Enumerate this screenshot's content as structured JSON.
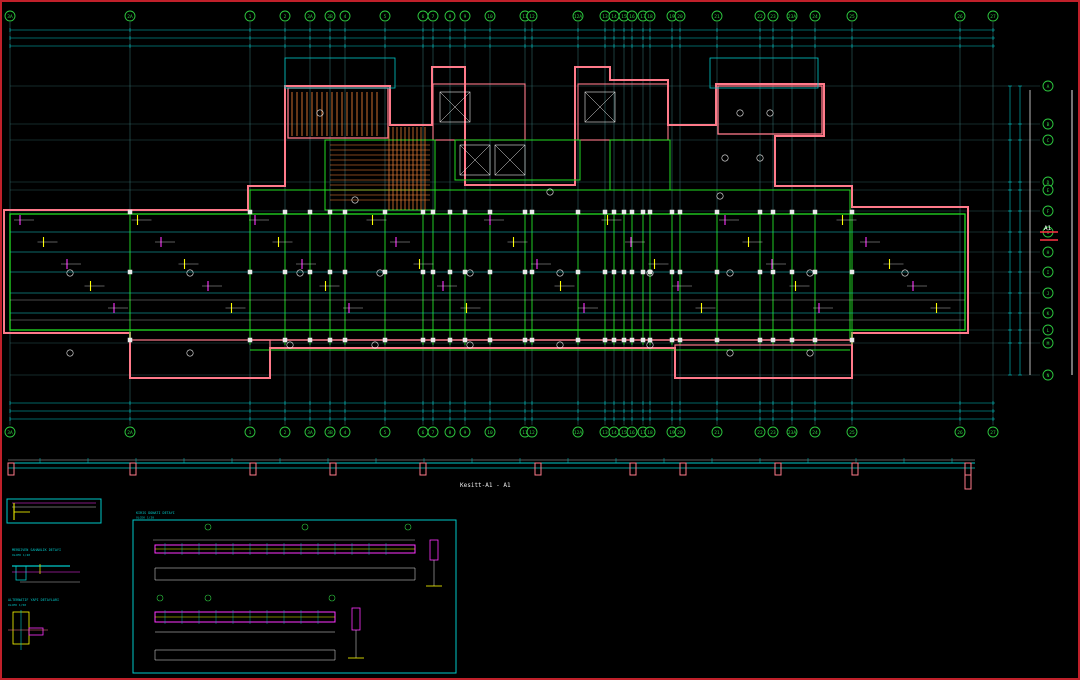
{
  "drawing": {
    "section_caption": "Kesitt-A1 - A1",
    "section_marker": "A1",
    "colors": {
      "background": "#000000",
      "grid_line": "#3a7a7a",
      "bubble": "#2ecc40",
      "dimension": "#00c8c8",
      "wall": "#ff7a8a",
      "beam": "#22dd22",
      "slab_text": "#ffff00",
      "magenta": "#ff33ff",
      "white": "#e8e8e8",
      "border": "#c0202a"
    }
  },
  "grid_axes": {
    "top_bubbles": [
      "3A",
      "2A",
      "1",
      "2",
      "3A",
      "3B",
      "4",
      "5",
      "6",
      "7",
      "8",
      "9",
      "10",
      "11",
      "12",
      "12A",
      "13",
      "14",
      "15",
      "16",
      "17",
      "18",
      "19",
      "20",
      "21",
      "22",
      "23",
      "23A",
      "24",
      "25",
      "26",
      "27"
    ],
    "right_bubbles": [
      "A",
      "B",
      "C",
      "D",
      "E",
      "F",
      "G",
      "H",
      "I",
      "J",
      "K",
      "L",
      "M",
      "N"
    ]
  },
  "details": {
    "stair_detail_title": "MERDIVEN SAHANLIK DETAYI",
    "stair_detail_sub": "OLCEK 1/20",
    "beam_detail_title": "KIRIS DONATI DETAYI",
    "beam_detail_sub": "OLCEK 1/20",
    "frame_detail_title": "ALTERNATIF YAPI DETAYLARI",
    "frame_detail_sub": "OLCEK 1/50"
  }
}
